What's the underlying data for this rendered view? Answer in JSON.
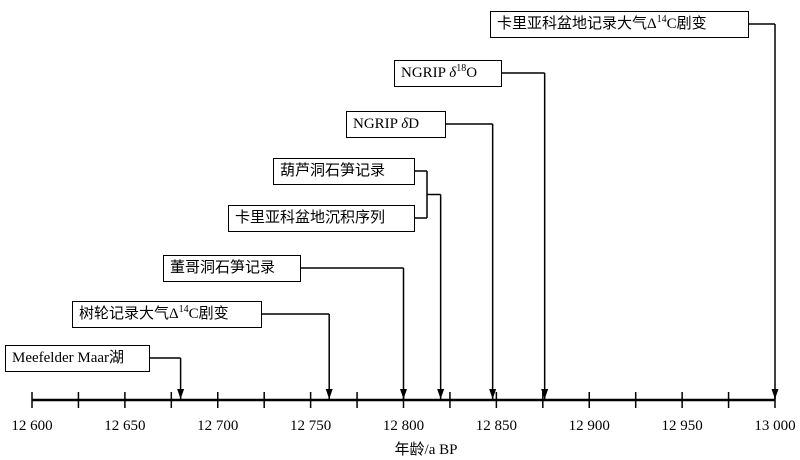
{
  "axis": {
    "min": 12600,
    "max": 13000,
    "major_step": 50,
    "minor_step": 25,
    "tick_labels": [
      "12 600",
      "12 650",
      "12 700",
      "12 750",
      "12 800",
      "12 850",
      "12 900",
      "12 950",
      "13 000"
    ],
    "title": "年龄/a BP"
  },
  "events": [
    {
      "id": "meefelder",
      "label_pre": "Meefelder Maar湖",
      "label_sup": "",
      "label_post": "",
      "age": 12680
    },
    {
      "id": "tree-ring",
      "label_pre": "树轮记录大气Δ",
      "label_sup": "14",
      "label_post": "C剧变",
      "age": 12760
    },
    {
      "id": "dongge",
      "label_pre": "董哥洞石笋记录",
      "label_sup": "",
      "label_post": "",
      "age": 12800
    },
    {
      "id": "hulu",
      "label_pre": "葫芦洞石笋记录",
      "label_sup": "",
      "label_post": "",
      "age": 12820,
      "group": "hulu-cariaco"
    },
    {
      "id": "cariaco-sed",
      "label_pre": "卡里亚科盆地沉积序列",
      "label_sup": "",
      "label_post": "",
      "age": 12820,
      "group": "hulu-cariaco"
    },
    {
      "id": "ngrip-d",
      "label_pre": "NGRIP ",
      "label_delta": "δ",
      "label_sup": "",
      "label_post": "D",
      "age": 12848
    },
    {
      "id": "ngrip-o",
      "label_pre": "NGRIP ",
      "label_delta": "δ",
      "label_sup": "18",
      "label_post": "O",
      "age": 12876
    },
    {
      "id": "cariaco-c14",
      "label_pre": "卡里亚科盆地记录大气Δ",
      "label_sup": "14",
      "label_post": "C剧变",
      "age": 13000
    }
  ],
  "colors": {
    "line": "#000000",
    "background": "#ffffff"
  }
}
